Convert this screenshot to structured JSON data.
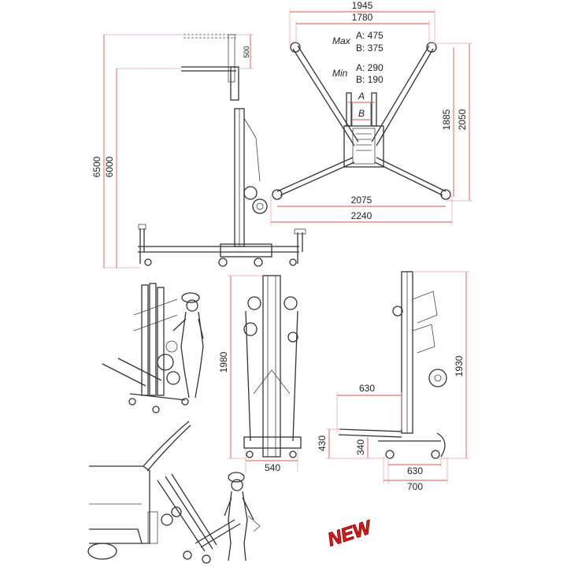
{
  "front_view": {
    "height_max": "6500",
    "height_base": "6000",
    "fork_offset": "500"
  },
  "top_view": {
    "width_outer": "1945",
    "width_inner": "1780",
    "max_label": "Max",
    "max_a": "A: 475",
    "max_b": "B: 375",
    "min_label": "Min",
    "min_a": "A: 290",
    "min_b": "B: 190",
    "marker_a": "A",
    "marker_b": "B",
    "depth_inner": "1885",
    "depth_outer": "2050",
    "span_inner": "2075",
    "span_outer": "2240"
  },
  "folded_front": {
    "height": "1980",
    "width": "540"
  },
  "folded_side": {
    "height": "1930",
    "fork_length": "630",
    "fork_height_outer": "430",
    "fork_height_inner": "340",
    "base_inner": "630",
    "base_outer": "700"
  },
  "badge": {
    "text": "NEW",
    "color": "#e02020"
  }
}
